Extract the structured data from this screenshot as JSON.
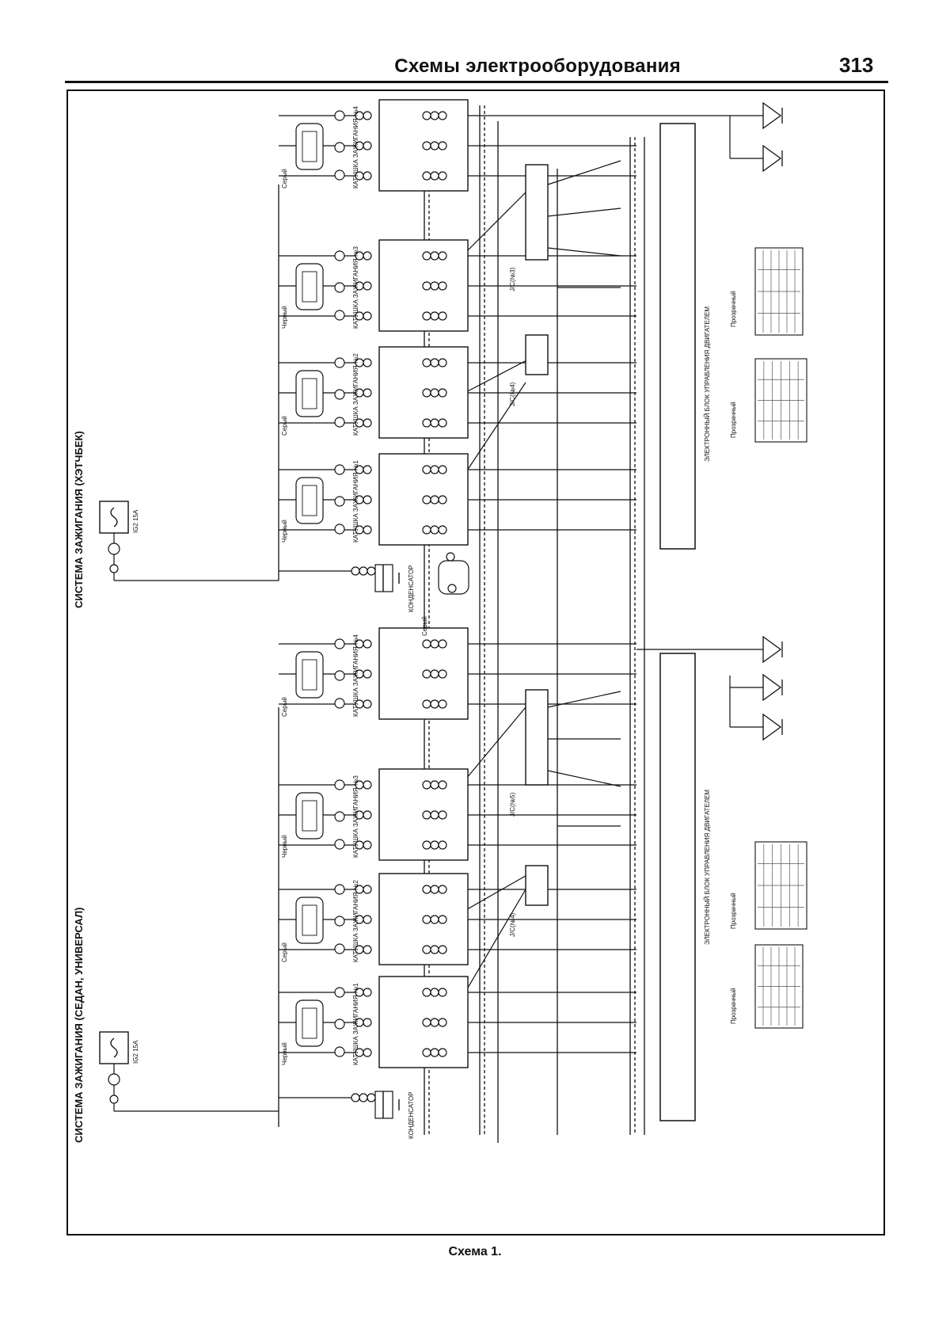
{
  "header": {
    "title": "Схемы электрооборудования",
    "page_number": "313"
  },
  "caption": "Схема 1.",
  "sections": {
    "sedan": {
      "title": "СИСТЕМА ЗАЖИГАНИЯ (СЕДАН, УНИВЕРСАЛ)",
      "capacitor": "КОНДЕНСАТОР",
      "ecu": "ЭЛЕКТРОННЫЙ БЛОК УПРАВЛЕНИЯ ДВИГАТЕЛЕМ",
      "fuse": "IG2 15A",
      "connector_colors": [
        "Прозрачный",
        "Прозрачный"
      ],
      "coils": [
        {
          "name": "КАТУШКА ЗАЖИГАНИЯ №1",
          "color": "Черный"
        },
        {
          "name": "КАТУШКА ЗАЖИГАНИЯ №2",
          "color": "Серый"
        },
        {
          "name": "КАТУШКА ЗАЖИГАНИЯ №3",
          "color": "Черный"
        },
        {
          "name": "КАТУШКА ЗАЖИГАНИЯ №4",
          "color": "Серый"
        }
      ],
      "splices": [
        "J/C(№4)",
        "J/C(№5)"
      ]
    },
    "hatch": {
      "title": "СИСТЕМА ЗАЖИГАНИЯ (ХЭТЧБЕК)",
      "capacitor": "КОНДЕНСАТОР",
      "capacitor_color": "Серый",
      "ecu": "ЭЛЕКТРОННЫЙ БЛОК УПРАВЛЕНИЯ ДВИГАТЕЛЕМ",
      "fuse": "IG2 15A",
      "connector_colors": [
        "Прозрачный",
        "Прозрачный"
      ],
      "coils": [
        {
          "name": "КАТУШКА ЗАЖИГАНИЯ №1",
          "color": "Черный"
        },
        {
          "name": "КАТУШКА ЗАЖИГАНИЯ №2",
          "color": "Серый"
        },
        {
          "name": "КАТУШКА ЗАЖИГАНИЯ №3",
          "color": "Черный"
        },
        {
          "name": "КАТУШКА ЗАЖИГАНИЯ №4",
          "color": "Серый"
        }
      ],
      "splices": [
        "J/C(№4)",
        "J/C(№3)"
      ]
    }
  }
}
